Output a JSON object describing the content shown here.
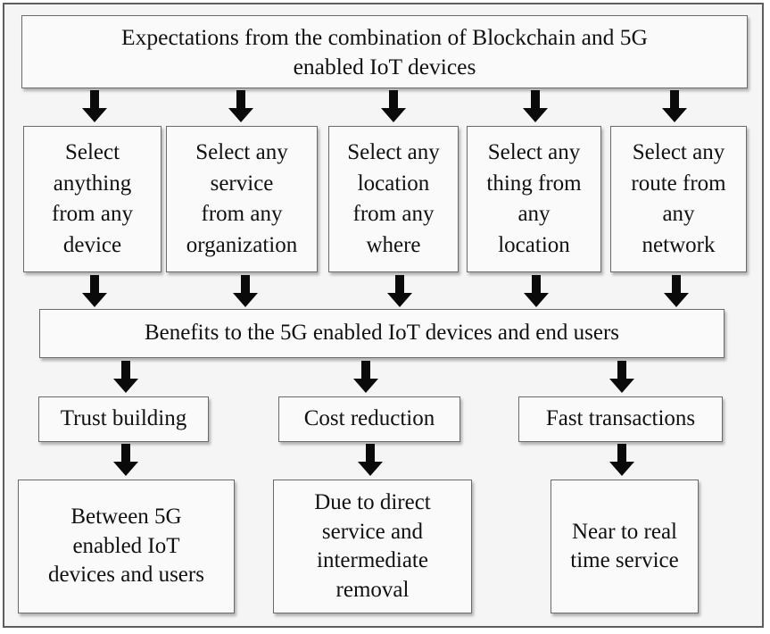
{
  "title": "Expectations from the combination of Blockchain and 5G\nenabled IoT devices",
  "expectations": [
    "Select\nanything\nfrom any\ndevice",
    "Select any\nservice\nfrom any\norganization",
    "Select any\nlocation\nfrom any\nwhere",
    "Select any\nthing from\nany\nlocation",
    "Select any\nroute from\nany\nnetwork"
  ],
  "benefits_title": "Benefits to the 5G enabled IoT devices and end users",
  "benefits": [
    {
      "label": "Trust building",
      "detail": "Between 5G\nenabled IoT\ndevices and users"
    },
    {
      "label": "Cost reduction",
      "detail": "Due to direct\nservice and\nintermediate\nremoval"
    },
    {
      "label": "Fast transactions",
      "detail": "Near to real\ntime service"
    }
  ],
  "colors": {
    "frame_border": "#5e5e5e",
    "box_border": "#6a6a6a",
    "arrow": "#0a0a0a",
    "background": "#f5f5f5"
  }
}
